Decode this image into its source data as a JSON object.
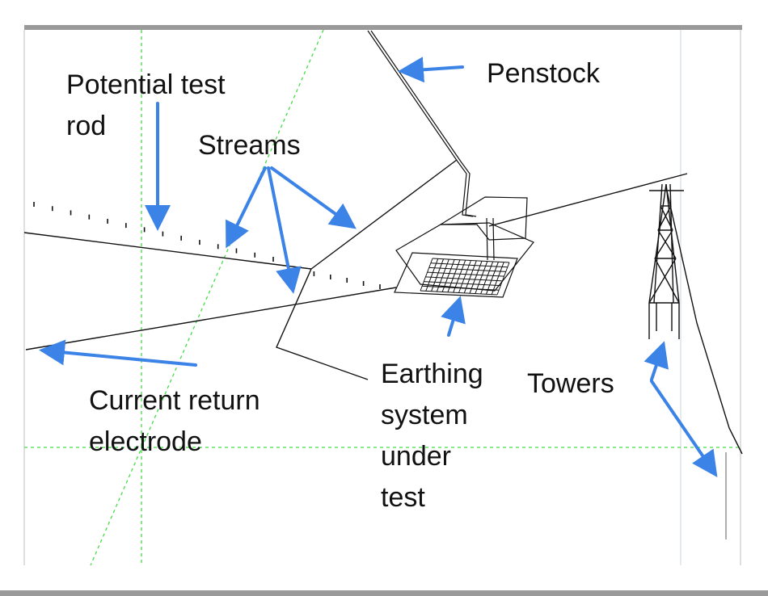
{
  "labels": {
    "penstock": "Penstock",
    "potential_test_rod": [
      "Potential test",
      "rod"
    ],
    "streams": "Streams",
    "earthing_system": [
      "Earthing",
      "system",
      "under",
      "test"
    ],
    "towers": "Towers",
    "current_return_electrode": [
      "Current return",
      "electrode"
    ]
  },
  "colors": {
    "arrow": "#3b83e6",
    "grid_guide": "#44dd44",
    "frame": "#9a9a9a",
    "line": "#111111",
    "text": "#111111"
  }
}
